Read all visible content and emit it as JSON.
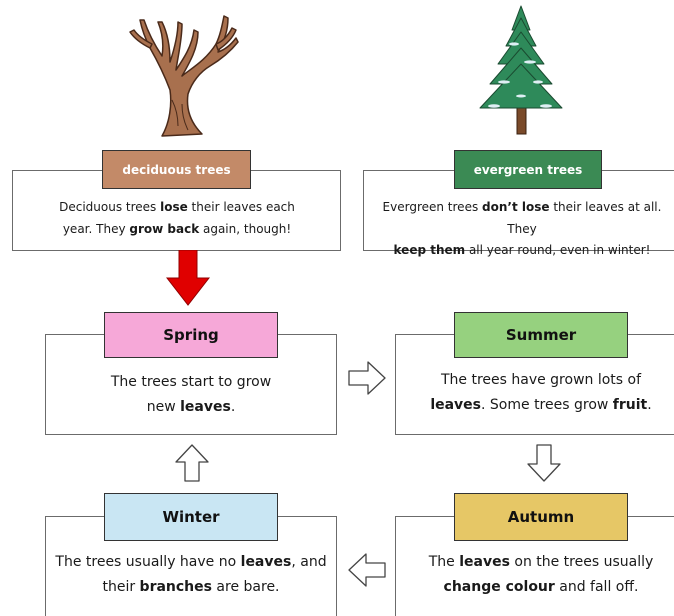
{
  "colors": {
    "deciduous": "#c38a68",
    "evergreen": "#3b8a54",
    "spring": "#f6a8d8",
    "summer": "#96d17f",
    "autumn": "#e6c766",
    "winter": "#c9e6f3",
    "down_arrow": "#e00000"
  },
  "icons": {
    "deciduous_picture": "bare-tree-illustration",
    "evergreen_picture": "fir-tree-illustration",
    "down_arrow": "red-down-arrow",
    "cycle_arrows": "outline-arrow"
  },
  "deciduous": {
    "label": "deciduous trees",
    "t1": "Deciduous trees ",
    "b1": "lose",
    "t2": " their leaves each",
    "t3": "year. They ",
    "b2": "grow back",
    "t4": " again, though!"
  },
  "evergreen": {
    "label": "evergreen trees",
    "t1": "Evergreen trees ",
    "b1": "don’t lose",
    "t2": " their leaves at all. They",
    "b2": "keep them",
    "t3": " all year round, even in winter!"
  },
  "spring": {
    "label": "Spring",
    "t1": "The trees start to grow",
    "t2": "new ",
    "b1": "leaves",
    "t3": "."
  },
  "summer": {
    "label": "Summer",
    "t1": "The trees have grown lots of",
    "b1": "leaves",
    "t2": ". Some trees grow ",
    "b2": "fruit",
    "t3": "."
  },
  "autumn": {
    "label": "Autumn",
    "t1": "The ",
    "b1": "leaves",
    "t2": " on the trees usually",
    "b2": "change colour",
    "t3": " and fall off."
  },
  "winter": {
    "label": "Winter",
    "t1": "The trees usually have no ",
    "b1": "leaves",
    "t2": ", and",
    "t3": "their ",
    "b2": "branches",
    "t4": " are bare."
  }
}
